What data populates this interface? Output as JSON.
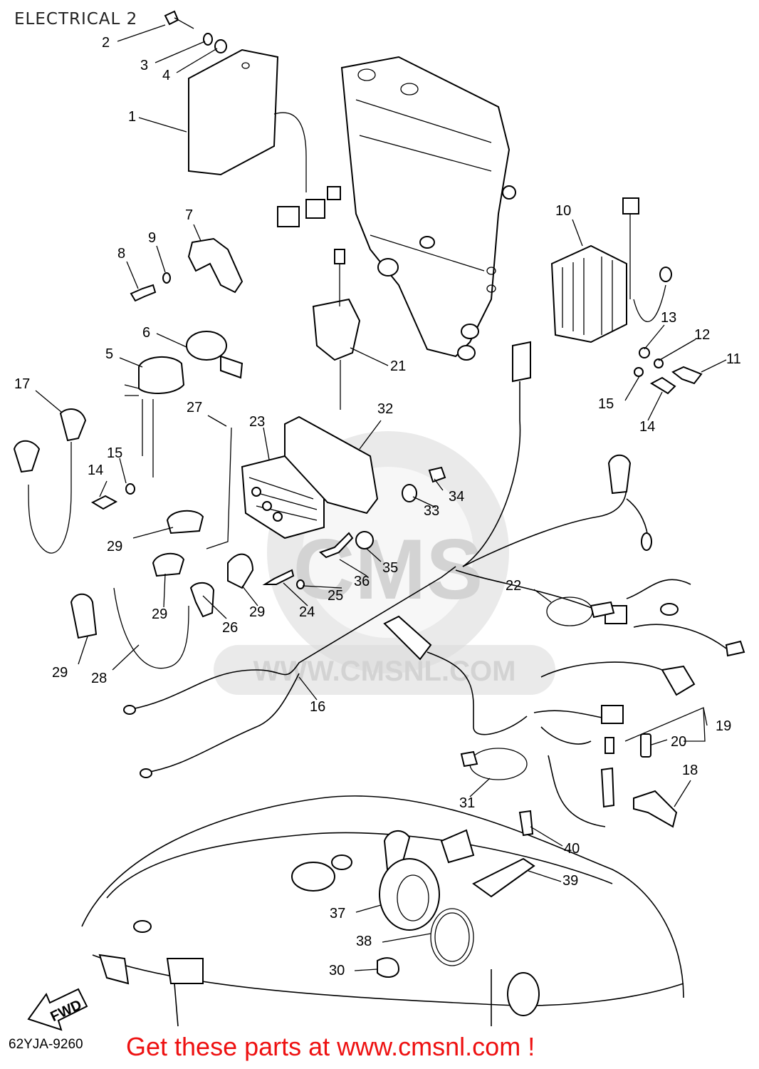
{
  "diagram": {
    "title": "ELECTRICAL 2",
    "code": "62YJA-9260",
    "promo": "Get these parts at www.cmsnl.com !",
    "fwd_label": "FWD",
    "watermark": {
      "brand": "CMS",
      "url": "WWW.CMSNL.COM"
    },
    "colors": {
      "promo": "#ee1111",
      "ink": "#000000",
      "watermark": "#d8d8d8"
    },
    "callouts": [
      "1",
      "2",
      "3",
      "4",
      "5",
      "6",
      "7",
      "8",
      "9",
      "10",
      "11",
      "12",
      "13",
      "14",
      "15",
      "16",
      "17",
      "18",
      "19",
      "20",
      "21",
      "22",
      "23",
      "24",
      "25",
      "26",
      "27",
      "28",
      "29",
      "30",
      "31",
      "32",
      "33",
      "34",
      "35",
      "36",
      "37",
      "38",
      "39",
      "40"
    ]
  }
}
